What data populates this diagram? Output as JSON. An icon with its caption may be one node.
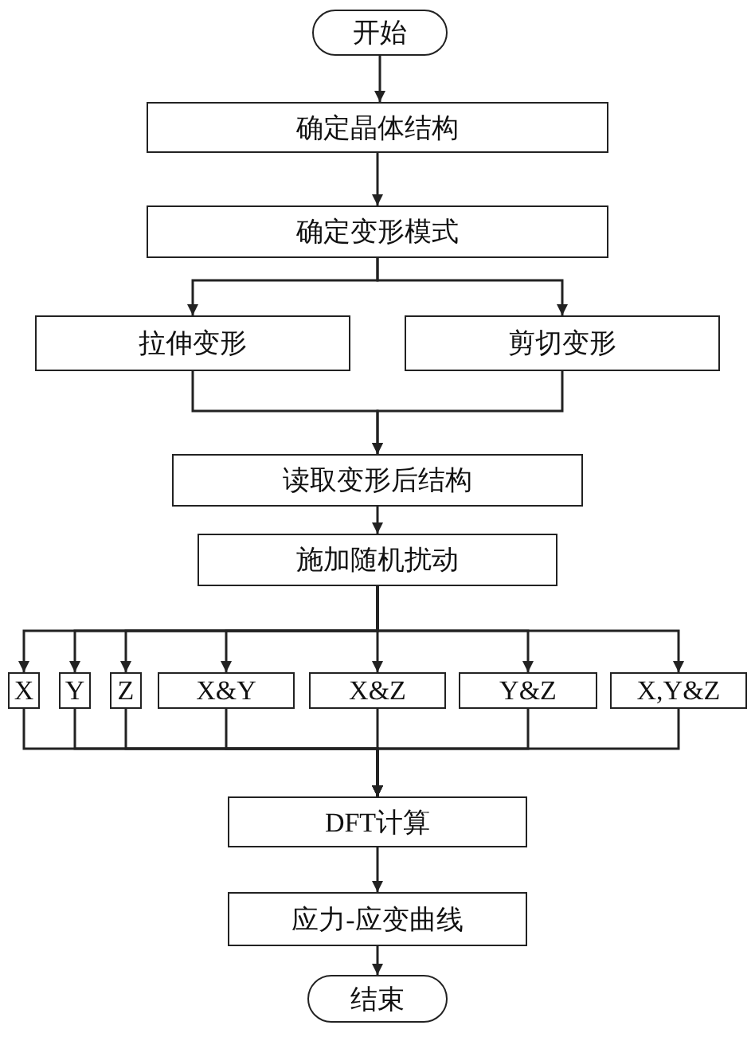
{
  "diagram": {
    "nodes": [
      {
        "text": [
          "开始"
        ]
      },
      {
        "text": [
          "确定晶体结构"
        ]
      },
      {
        "text": [
          "确定变形模式"
        ]
      },
      {
        "text": [
          "拉伸变形"
        ]
      },
      {
        "text": [
          "剪切变形"
        ]
      },
      {
        "text": [
          "读取变形后结构"
        ]
      },
      {
        "text": [
          "施加随机扰动"
        ]
      },
      {
        "text": [
          "X"
        ]
      },
      {
        "text": [
          "Y"
        ]
      },
      {
        "text": [
          "Z"
        ]
      },
      {
        "text": [
          "X&Y"
        ]
      },
      {
        "text": [
          "X&Z"
        ]
      },
      {
        "text": [
          "Y&Z"
        ]
      },
      {
        "text": [
          "X,Y&Z"
        ]
      },
      {
        "text": [
          "DFT计算"
        ]
      },
      {
        "text": [
          "应力-应变曲线"
        ]
      },
      {
        "text": [
          "结束"
        ]
      }
    ],
    "edges": [
      {
        "from": 0,
        "to": 1,
        "arrow": "to"
      },
      {
        "from": 1,
        "to": 2,
        "arrow": "to"
      },
      {
        "from": 2,
        "to": 3,
        "arrow": "to"
      },
      {
        "from": 2,
        "to": 4,
        "arrow": "to"
      },
      {
        "from": 3,
        "to": 5,
        "arrow": "to"
      },
      {
        "from": 4,
        "to": 5,
        "arrow": "to"
      },
      {
        "from": 5,
        "to": 6,
        "arrow": "to"
      },
      {
        "from": 6,
        "to": 7,
        "arrow": "to"
      },
      {
        "from": 6,
        "to": 8,
        "arrow": "to"
      },
      {
        "from": 6,
        "to": 9,
        "arrow": "to"
      },
      {
        "from": 6,
        "to": 10,
        "arrow": "to"
      },
      {
        "from": 6,
        "to": 11,
        "arrow": "to"
      },
      {
        "from": 6,
        "to": 12,
        "arrow": "to"
      },
      {
        "from": 6,
        "to": 13,
        "arrow": "to"
      },
      {
        "from": 7,
        "to": 14,
        "arrow": "to"
      },
      {
        "from": 8,
        "to": 14,
        "arrow": "to"
      },
      {
        "from": 9,
        "to": 14,
        "arrow": "to"
      },
      {
        "from": 10,
        "to": 14,
        "arrow": "to"
      },
      {
        "from": 11,
        "to": 14,
        "arrow": "to"
      },
      {
        "from": 12,
        "to": 14,
        "arrow": "to"
      },
      {
        "from": 13,
        "to": 14,
        "arrow": "to"
      },
      {
        "from": 14,
        "to": 15,
        "arrow": "to"
      },
      {
        "from": 15,
        "to": 16,
        "arrow": "to"
      }
    ]
  }
}
